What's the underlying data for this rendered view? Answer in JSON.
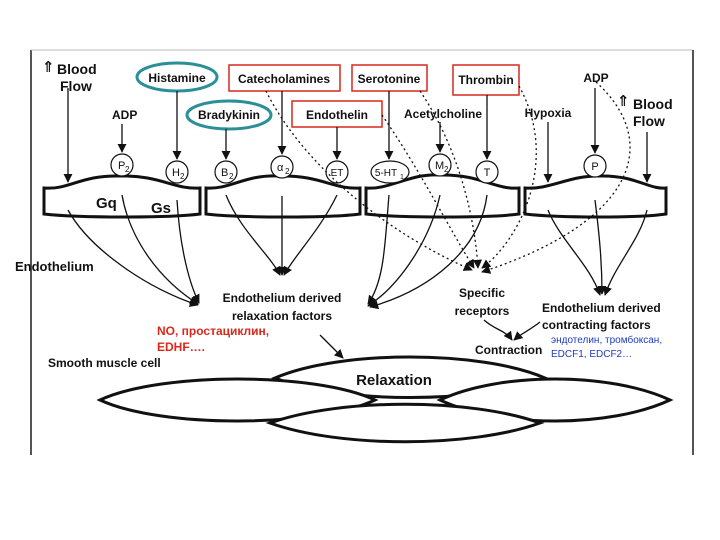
{
  "labels": {
    "blood_flow_left": [
      "Blood",
      "Flow"
    ],
    "blood_flow_right": [
      "Blood",
      "Flow"
    ],
    "blood_flow_arrow": "⇑",
    "adp_left": "ADP",
    "adp_right": "ADP",
    "histamine": "Histamine",
    "bradykinin": "Bradykinin",
    "catecholamines": "Catecholamines",
    "serotonine": "Serotonine",
    "thrombin": "Thrombin",
    "endothelin": "Endothelin",
    "acetylcholine": "Acetylcholine",
    "hypoxia": "Hypoxia",
    "endothelium": "Endothelium",
    "smooth_muscle_cell": "Smooth muscle cell",
    "edrf": [
      "Endothelium derived",
      "relaxation factors"
    ],
    "specific_receptors": [
      "Specific",
      "receptors"
    ],
    "edcf": [
      "Endothelium derived",
      "contracting  factors"
    ],
    "contraction": "Contraction",
    "relaxation": "Relaxation",
    "gq": "Gq",
    "gs": "Gs",
    "edrf_ru": [
      "NO, простациклин,",
      "EDHF…."
    ],
    "edcf_ru": [
      "эндотелин, тромбоксан,",
      "EDCF1, EDCF2…"
    ]
  },
  "receptors": {
    "p2": "P",
    "p2_sub": "2",
    "h2": "H",
    "h2_sub": "2",
    "b2": "B",
    "b2_sub": "2",
    "a2": "α",
    "a2_sub": "2",
    "et": "ET",
    "ht": "5-HT",
    "ht_sub": "1",
    "m2": "M",
    "m2_sub": "2",
    "t": "T",
    "p": "P"
  },
  "colors": {
    "teal_outline": "#2a8f96",
    "red_box": "#d9291c",
    "red_text": "#d9291c",
    "blue_text": "#1f3bbf",
    "line": "#111111"
  }
}
